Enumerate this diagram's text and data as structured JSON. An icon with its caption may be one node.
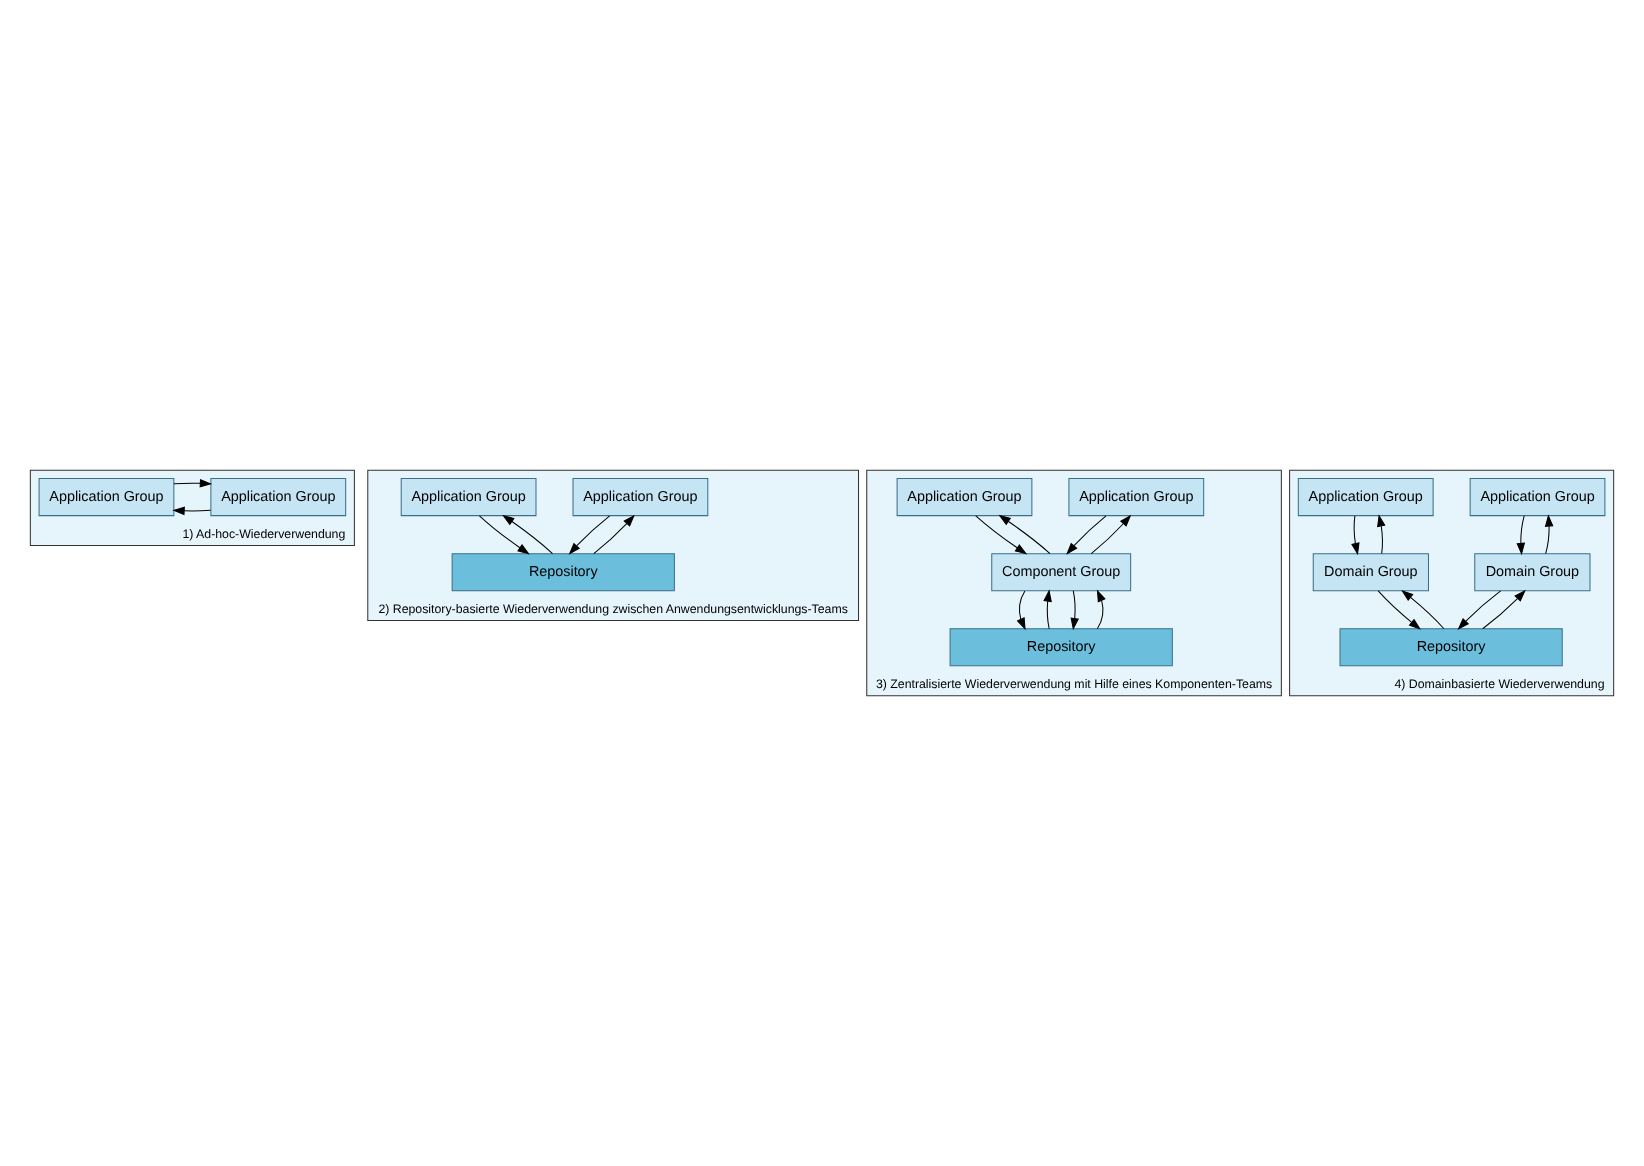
{
  "diagram": {
    "nodes": [
      {
        "text": [
          "1) Ad-hoc-Wiederverwendung"
        ]
      },
      {
        "text": [
          "Application Group"
        ],
        "in": 0
      },
      {
        "text": [
          "Application Group"
        ],
        "in": 0
      },
      {
        "text": [
          "2) Repository-basierte Wiederverwendung zwischen Anwendungsentwicklungs-Teams"
        ]
      },
      {
        "text": [
          "Application Group"
        ],
        "in": 3
      },
      {
        "text": [
          "Application Group"
        ],
        "in": 3
      },
      {
        "text": [
          "Repository"
        ],
        "in": 3
      },
      {
        "text": [
          "3) Zentralisierte Wiederverwendung mit Hilfe eines Komponenten-Teams"
        ]
      },
      {
        "text": [
          "Application Group"
        ],
        "in": 7
      },
      {
        "text": [
          "Application Group"
        ],
        "in": 7
      },
      {
        "text": [
          "Component Group"
        ],
        "in": 7
      },
      {
        "text": [
          "Repository"
        ],
        "in": 7
      },
      {
        "text": [
          "4) Domainbasierte Wiederverwendung"
        ]
      },
      {
        "text": [
          "Application Group"
        ],
        "in": 12
      },
      {
        "text": [
          "Application Group"
        ],
        "in": 12
      },
      {
        "text": [
          "Domain Group"
        ],
        "in": 12
      },
      {
        "text": [
          "Domain Group"
        ],
        "in": 12
      },
      {
        "text": [
          "Repository"
        ],
        "in": 12
      }
    ],
    "edges": [
      {
        "from": 1,
        "to": 2,
        "arrow": "to"
      },
      {
        "from": 2,
        "to": 1,
        "arrow": "to"
      },
      {
        "from": 4,
        "to": 6,
        "arrow": "to"
      },
      {
        "from": 6,
        "to": 4,
        "arrow": "to"
      },
      {
        "from": 5,
        "to": 6,
        "arrow": "to"
      },
      {
        "from": 6,
        "to": 5,
        "arrow": "to"
      },
      {
        "from": 8,
        "to": 10,
        "arrow": "to"
      },
      {
        "from": 10,
        "to": 8,
        "arrow": "to"
      },
      {
        "from": 9,
        "to": 10,
        "arrow": "to"
      },
      {
        "from": 10,
        "to": 9,
        "arrow": "to"
      },
      {
        "from": 10,
        "to": 11,
        "arrow": "to"
      },
      {
        "from": 11,
        "to": 10,
        "arrow": "to"
      },
      {
        "from": 10,
        "to": 11,
        "arrow": "to"
      },
      {
        "from": 11,
        "to": 10,
        "arrow": "to"
      },
      {
        "from": 13,
        "to": 15,
        "arrow": "to"
      },
      {
        "from": 15,
        "to": 13,
        "arrow": "to"
      },
      {
        "from": 14,
        "to": 16,
        "arrow": "to"
      },
      {
        "from": 16,
        "to": 14,
        "arrow": "to"
      },
      {
        "from": 15,
        "to": 17,
        "arrow": "to"
      },
      {
        "from": 17,
        "to": 15,
        "arrow": "to"
      },
      {
        "from": 16,
        "to": 17,
        "arrow": "to"
      },
      {
        "from": 17,
        "to": 16,
        "arrow": "to"
      }
    ]
  }
}
